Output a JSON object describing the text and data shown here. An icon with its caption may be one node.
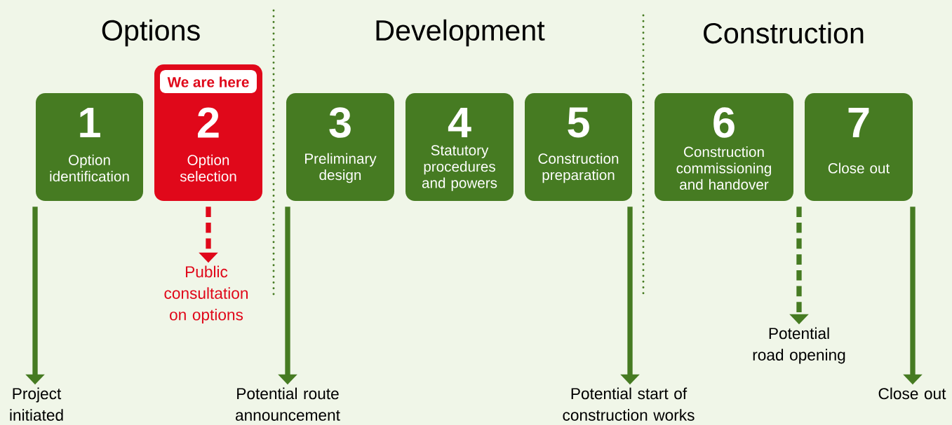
{
  "diagram": {
    "nodes": [
      {
        "text": [
          "1",
          "Option identification"
        ]
      },
      {
        "text": [
          "We are here",
          "2",
          "Option selection"
        ]
      },
      {
        "text": [
          "3",
          "Preliminary design"
        ]
      },
      {
        "text": [
          "4",
          "Statutory procedures and powers"
        ]
      },
      {
        "text": [
          "5",
          "Construction preparation"
        ]
      },
      {
        "text": [
          "6",
          "Construction commissioning and handover"
        ]
      },
      {
        "text": [
          "7",
          "Close out"
        ]
      },
      {
        "text": [
          "Project initiated"
        ]
      },
      {
        "text": [
          "Public consultation on options"
        ]
      },
      {
        "text": [
          "Potential route announcement"
        ]
      },
      {
        "text": [
          "Potential start of construction works"
        ]
      },
      {
        "text": [
          "Potential road opening"
        ]
      },
      {
        "text": [
          "Close out"
        ]
      }
    ],
    "edges": [
      {
        "from": 0,
        "to": 7,
        "arrow": "to"
      },
      {
        "from": 1,
        "to": 8,
        "arrow": "to",
        "style": "dashed",
        "color": "#e0081a"
      },
      {
        "from": 2,
        "to": 9,
        "arrow": "to"
      },
      {
        "from": 4,
        "to": 10,
        "arrow": "to"
      },
      {
        "from": 5,
        "to": 11,
        "arrow": "to",
        "style": "dashed"
      },
      {
        "from": 6,
        "to": 12,
        "arrow": "to"
      }
    ],
    "labels": [
      "Options",
      "Development",
      "Construction"
    ]
  }
}
